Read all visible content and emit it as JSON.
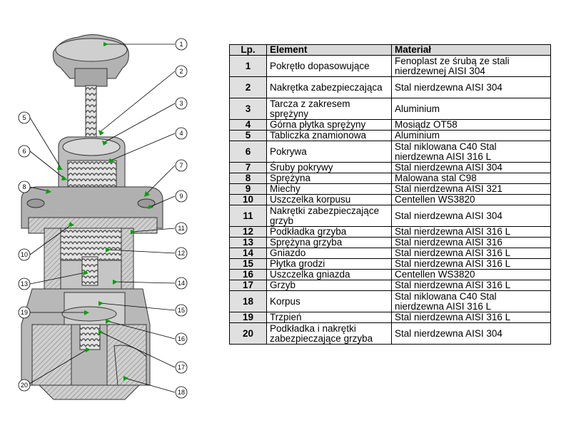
{
  "table": {
    "headers": {
      "lp": "Lp.",
      "element": "Element",
      "material": "Materiał"
    },
    "rows": [
      {
        "lp": "1",
        "element": "Pokrętło dopasowujące",
        "material": "Fenoplast ze śrubą ze stali nierdzewnej AISI 304"
      },
      {
        "lp": "2",
        "element": "Nakrętka zabezpieczająca",
        "material": "Stal nierdzewna AISI 304"
      },
      {
        "lp": "3",
        "element": "Tarcza z zakresem sprężyny",
        "material": "Aluminium"
      },
      {
        "lp": "4",
        "element": "Górna płytka sprężyny",
        "material": "Mosiądz OT58"
      },
      {
        "lp": "5",
        "element": "Tabliczka znamionowa",
        "material": "Aluminium"
      },
      {
        "lp": "6",
        "element": "Pokrywa",
        "material": "Stal niklowana C40 Stal nierdzewna AISI 316 L"
      },
      {
        "lp": "7",
        "element": "Śruby pokrywy",
        "material": "Stal nierdzewna AISI 304"
      },
      {
        "lp": "8",
        "element": "Sprężyna",
        "material": "Malowana stal C98"
      },
      {
        "lp": "9",
        "element": "Miechy",
        "material": "Stal nierdzewna AISI 321"
      },
      {
        "lp": "10",
        "element": "Uszczelka korpusu",
        "material": "Centellen WS3820"
      },
      {
        "lp": "11",
        "element": "Nakrętki zabezpieczające grzyb",
        "material": "Stal nierdzewna AISI 304"
      },
      {
        "lp": "12",
        "element": "Podkładka grzyba",
        "material": "Stal nierdzewna AISI 316 L"
      },
      {
        "lp": "13",
        "element": "Sprężyna grzyba",
        "material": "Stal nierdzewna AISI 316"
      },
      {
        "lp": "14",
        "element": "Gniazdo",
        "material": "Stal nierdzewna AISI 316 L"
      },
      {
        "lp": "15",
        "element": "Płytka grodzi",
        "material": "Stal nierdzewna AISI 316 L"
      },
      {
        "lp": "16",
        "element": "Uszczelka gniazda",
        "material": "Centellen WS3820"
      },
      {
        "lp": "17",
        "element": "Grzyb",
        "material": "Stal nierdzewna AISI 316 L"
      },
      {
        "lp": "18",
        "element": "Korpus",
        "material": "Stal niklowana C40 Stal nierdzewna AISI 316 L"
      },
      {
        "lp": "19",
        "element": "Trzpień",
        "material": "Stal nierdzewna AISI 316 L"
      },
      {
        "lp": "20",
        "element": "Podkładka i nakrętki zabezpieczające grzyba",
        "material": "Stal nierdzewna AISI 304"
      }
    ]
  },
  "callouts": [
    "1",
    "2",
    "3",
    "4",
    "5",
    "6",
    "7",
    "8",
    "9",
    "10",
    "11",
    "12",
    "13",
    "14",
    "15",
    "16",
    "17",
    "18",
    "19",
    "20"
  ],
  "colors": {
    "header_bg": "#d9d9d9",
    "lp_bg": "#e0e0e0",
    "drawing_fill": "#b8b8b8",
    "leader": "#000000",
    "marker": "#00a000"
  }
}
